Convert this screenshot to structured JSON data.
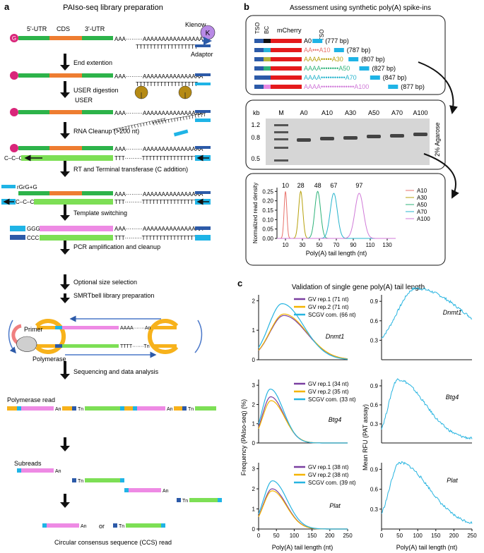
{
  "panel_a": {
    "label": "a",
    "title": "PAIso-seq library preparation",
    "utr5": "5'-UTR",
    "cds": "CDS",
    "utr3": "3'-UTR",
    "cap": "G",
    "klenow": "Klenow",
    "klenow_k": "K",
    "adaptor": "Adaptor",
    "user": "USER",
    "polyA_top": "AAA·········AAAAAAAAAAAAAAAA",
    "polyT_template": "TTTTTTTTTTTTTTTTTT",
    "steps": [
      "End extention",
      "USER digestion",
      "RNA Cleanup (>200 nt)",
      "RT and Terminal transferase (C addition)",
      "Template switching",
      "PCR amplification and cleanup",
      "Optional size selection",
      "SMRTbell library preparation",
      "Sequencing and data analysis"
    ],
    "ccc": "C–C–C",
    "rgrg": "rGrG+G",
    "ggg": "GGG",
    "ccc2": "CCC",
    "ttt": "TTT·········TTTTTTTTTTTTTTTT",
    "primer": "Primer",
    "polymerase": "Polymerase",
    "an": "An",
    "tn": "Tn",
    "aaaa_an": "AAAA·······An",
    "tttt_tn": "TTTT·······Tn",
    "polymerase_read": "Polymerase read",
    "subreads": "Subreads",
    "or": "or",
    "ccs": "Circular consensus sequence (CCS) read"
  },
  "panel_b": {
    "label": "b",
    "title": "Assessment using synthetic poly(A) spike-ins",
    "hdr": [
      "TSO",
      "BC",
      "mCherry",
      "TSO"
    ],
    "constructs": [
      {
        "name": "A0",
        "tail": "",
        "size": "(777 bp)",
        "color": "#000000",
        "bc": "#111111"
      },
      {
        "name": "A10",
        "tail": "AA•••A10",
        "size": "(787 bp)",
        "color": "#e8736c",
        "bc": "#26b5d8"
      },
      {
        "name": "A30",
        "tail": "AAAA•••••A30",
        "size": "(807 bp)",
        "color": "#b7a10c",
        "bc": "#b5b53a"
      },
      {
        "name": "A50",
        "tail": "AAAA••••••••A50",
        "size": "(827 bp)",
        "color": "#2fb37a",
        "bc": "#2fb37a"
      },
      {
        "name": "A70",
        "tail": "AAAA•••••••••••A70",
        "size": "(847 bp)",
        "color": "#27b4cc",
        "bc": "#2b58a8"
      },
      {
        "name": "A100",
        "tail": "AAAA•••••••••••••••A100",
        "size": "(877 bp)",
        "color": "#d07ad8",
        "bc": "#e888e2"
      }
    ],
    "gel_kb": "kb",
    "gel_m": "M",
    "gel_lanes": [
      "A0",
      "A10",
      "A30",
      "A50",
      "A70",
      "A100"
    ],
    "gel_ticks": [
      "1.2",
      "0.8",
      "0.5"
    ],
    "gel_side": "2% Agarose",
    "chart_data": {
      "type": "line",
      "xlabel": "Poly(A) tail length (nt)",
      "ylabel": "Normalized read density",
      "xticks": [
        10,
        30,
        50,
        70,
        90,
        110,
        130
      ],
      "yticks": [
        "0.00",
        "0.05",
        "0.10",
        "0.15",
        "0.20",
        "0.25"
      ],
      "xlim": [
        0,
        140
      ],
      "ylim": [
        0,
        0.27
      ],
      "peak_labels": [
        "10",
        "28",
        "48",
        "67",
        "97"
      ],
      "series": [
        {
          "name": "A10",
          "color": "#e8736c",
          "peak": 10,
          "sd": 1.6,
          "height": 0.25
        },
        {
          "name": "A30",
          "color": "#b7a10c",
          "peak": 28,
          "sd": 2.5,
          "height": 0.25
        },
        {
          "name": "A50",
          "color": "#2fb37a",
          "peak": 48,
          "sd": 3.4,
          "height": 0.25
        },
        {
          "name": "A70",
          "color": "#27b4cc",
          "peak": 67,
          "sd": 4.2,
          "height": 0.24
        },
        {
          "name": "A100",
          "color": "#d07ad8",
          "peak": 97,
          "sd": 5.0,
          "height": 0.24
        }
      ]
    }
  },
  "panel_c": {
    "label": "c",
    "title": "Validation of single gene poly(A) tail length",
    "left_ylabel": "Frequency (PAIso-seq) (%)",
    "right_ylabel": "Mean RFU (PAT assay)",
    "xlabel": "Poly(A) tail length (nt)",
    "xticks": [
      "0",
      "50",
      "100",
      "150",
      "200",
      "250"
    ],
    "genes": [
      {
        "name": "Dnmt1",
        "legend": [
          "GV rep.1 (71 nt)",
          "GV rep.2 (71 nt)",
          "SCGV com. (66 nt)"
        ],
        "yticks_left": [
          "0",
          "1",
          "2"
        ],
        "yticks_right": [
          "0.3",
          "0.6",
          "0.9"
        ]
      },
      {
        "name": "Btg4",
        "legend": [
          "GV rep.1 (34 nt)",
          "GV rep.2 (35 nt)",
          "SCGV com. (33 nt)"
        ],
        "yticks_left": [
          "0",
          "1",
          "2",
          "3"
        ],
        "yticks_right": [
          "0.3",
          "0.6",
          "0.9"
        ]
      },
      {
        "name": "Plat",
        "legend": [
          "GV rep.1 (38 nt)",
          "GV rep.2 (38 nt)",
          "SCGV com. (39 nt)"
        ],
        "yticks_left": [
          "0",
          "1",
          "2",
          "3"
        ],
        "yticks_right": [
          "0.3",
          "0.6",
          "0.9"
        ]
      }
    ],
    "series_colors": [
      "#7a3fa0",
      "#f4b400",
      "#27b4e0"
    ]
  },
  "colors": {
    "green": "#2db34a",
    "orange": "#ee7d31",
    "blue": "#1fb4e6",
    "navy": "#2c5aa8",
    "pink": "#ee8ae4",
    "lime": "#7ddf55",
    "yellow": "#f7b21b",
    "cap": "#d9267a"
  }
}
